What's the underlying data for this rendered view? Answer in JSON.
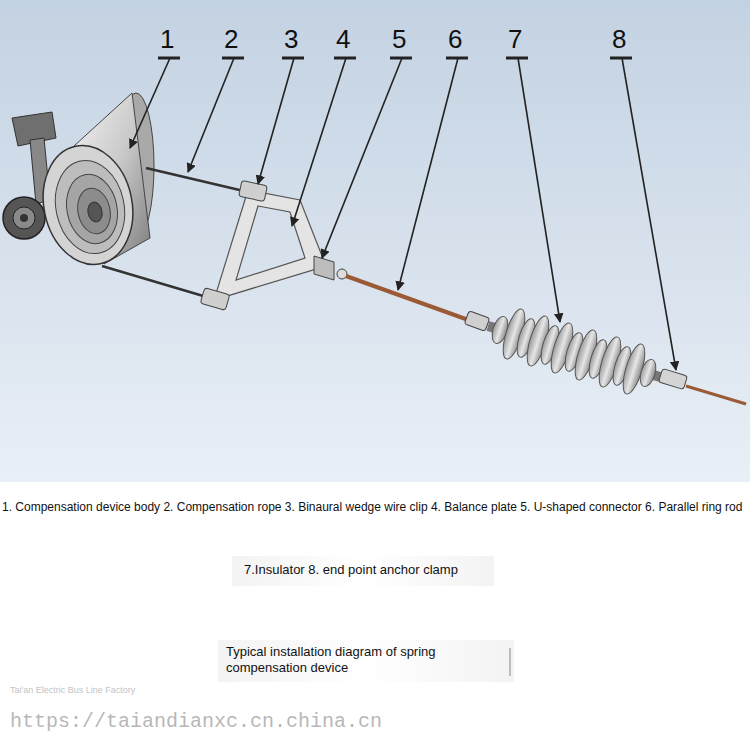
{
  "diagram": {
    "caption": "Typical installation diagram of spring compensation device",
    "labels": [
      "1",
      "2",
      "3",
      "4",
      "5",
      "6",
      "7",
      "8",
      "1. Compensation device body 2. Compensation rope 3. Binaural wedge wire clip 4. Balance plate 5. U-shaped connector 6. Parallel ring rod",
      "7.Insulator 8. end point anchor clamp",
      "Tai'an Electric Bus Line Factory",
      "https://taiandianxc.cn.china.cn"
    ]
  }
}
